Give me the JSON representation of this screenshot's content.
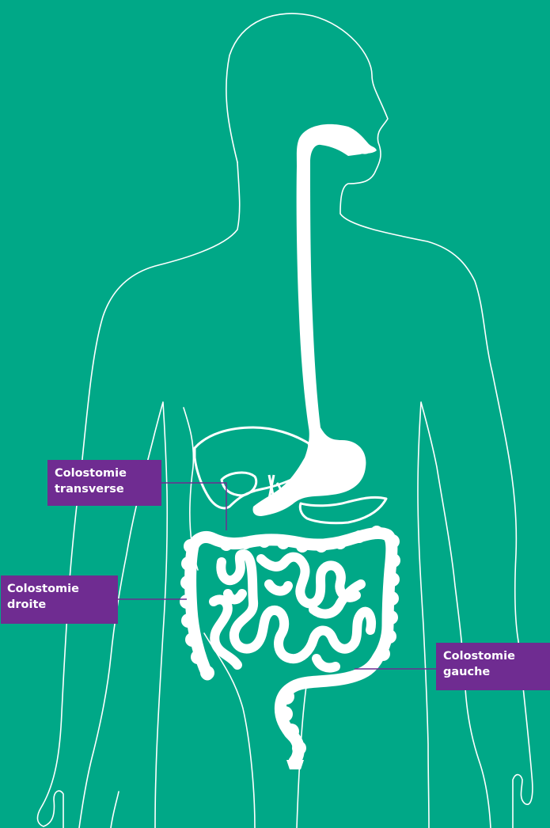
{
  "colors": {
    "background": "#00a887",
    "label_background": "#6f2c91",
    "outline": "#ffffff"
  },
  "labels": {
    "transverse": {
      "line1": "Colostomie",
      "line2": "transverse"
    },
    "droite": {
      "line1": "Colostomie",
      "line2": "droite"
    },
    "gauche": {
      "line1": "Colostomie",
      "line2": "gauche"
    }
  }
}
